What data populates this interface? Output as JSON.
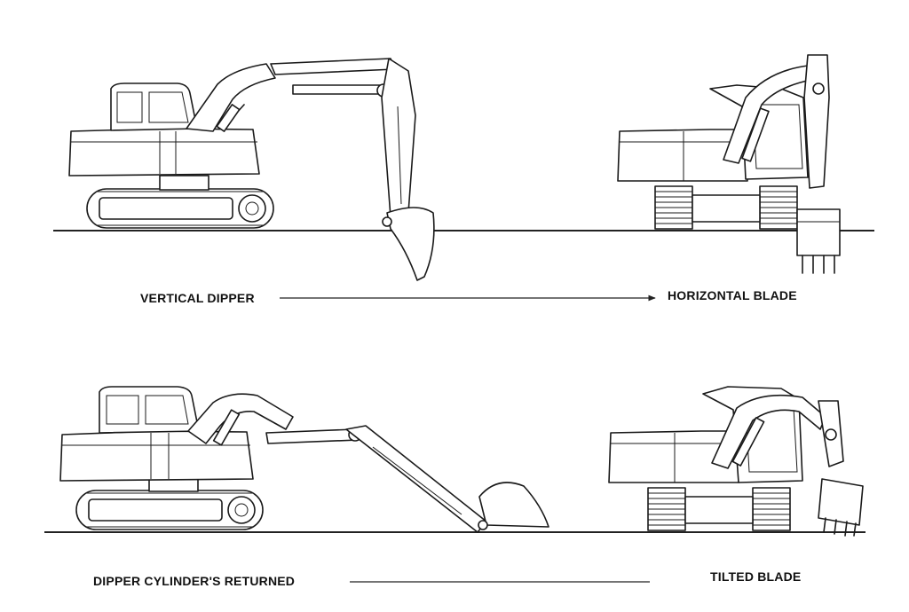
{
  "diagram": {
    "panels": [
      {
        "id": "vertical-dipper",
        "label": "VERTICAL DIPPER"
      },
      {
        "id": "horizontal-blade",
        "label": "HORIZONTAL BLADE"
      },
      {
        "id": "dipper-returned",
        "label": "DIPPER CYLINDER'S RETURNED"
      },
      {
        "id": "tilted-blade",
        "label": "TILTED BLADE"
      }
    ],
    "colors": {
      "line": "#1a1a1a",
      "background": "#ffffff"
    }
  }
}
